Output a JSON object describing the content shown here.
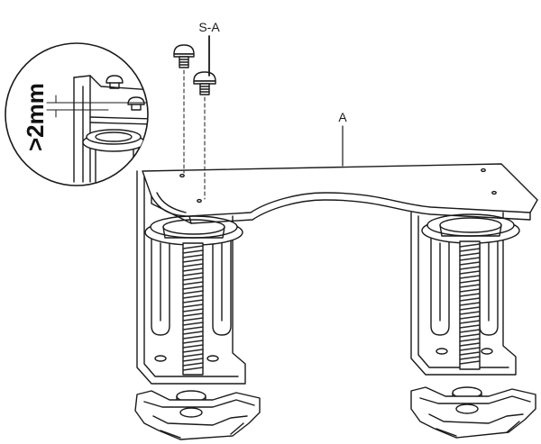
{
  "labels": {
    "screw": "S-A",
    "plate": "A",
    "detail_measure": ">2mm"
  },
  "colors": {
    "ink": "#1a1a1a",
    "fill": "#ffffff",
    "thread": "#2a2a2a"
  }
}
